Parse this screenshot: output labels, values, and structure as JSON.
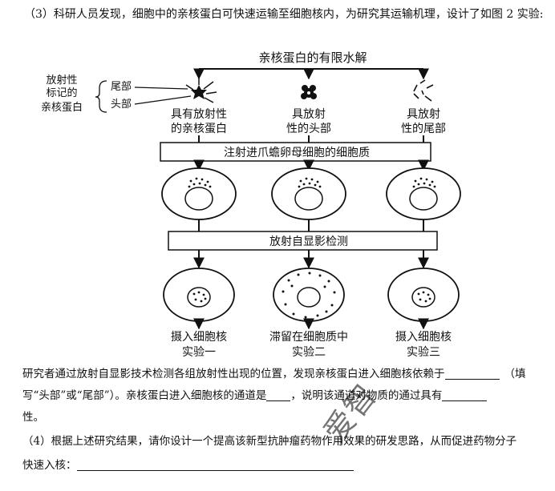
{
  "intro": "（3）科研人员发现，细胞中的亲核蛋白可快速运输至细胞核内，为研究其运输机理，设计了如图 2 实验:",
  "diagram": {
    "hydrolysis_label": "亲核蛋白的有限水解",
    "legend_label": [
      "放射性",
      "标记的",
      "亲核蛋白"
    ],
    "tail_label": "尾部",
    "head_label": "头部",
    "sample1": [
      "具有放射性",
      "的亲核蛋白"
    ],
    "sample2": [
      "具放射",
      "性的头部"
    ],
    "sample3": [
      "具放射",
      "性的尾部"
    ],
    "inject_label": "注射进爪蟾卵母细胞的细胞质",
    "detect_label": "放射自显影检测",
    "result1": [
      "摄入细胞核",
      "实验一"
    ],
    "result2": [
      "滞留在细胞质中",
      "实验二"
    ],
    "result3": [
      "摄入细胞核",
      "实验三"
    ]
  },
  "question3": {
    "line1_a": "研究者通过放射自显影技术检测各组放射性出现的位置，发现亲核蛋白进入细胞核依赖于",
    "line1_b": "（填",
    "line2_a": "写“头部”或“尾部”）。亲核蛋白进入细胞核的通道是",
    "line2_b": "，说明该通道对物质的通过具有",
    "line3": "性。"
  },
  "question4": {
    "line1": "（4）根据上述研究结果，请你设计一个提高该新型抗肿瘤药物作用效果的研发思路，从而促进药物分子",
    "line2": "快速入核："
  },
  "watermark": "爱智"
}
